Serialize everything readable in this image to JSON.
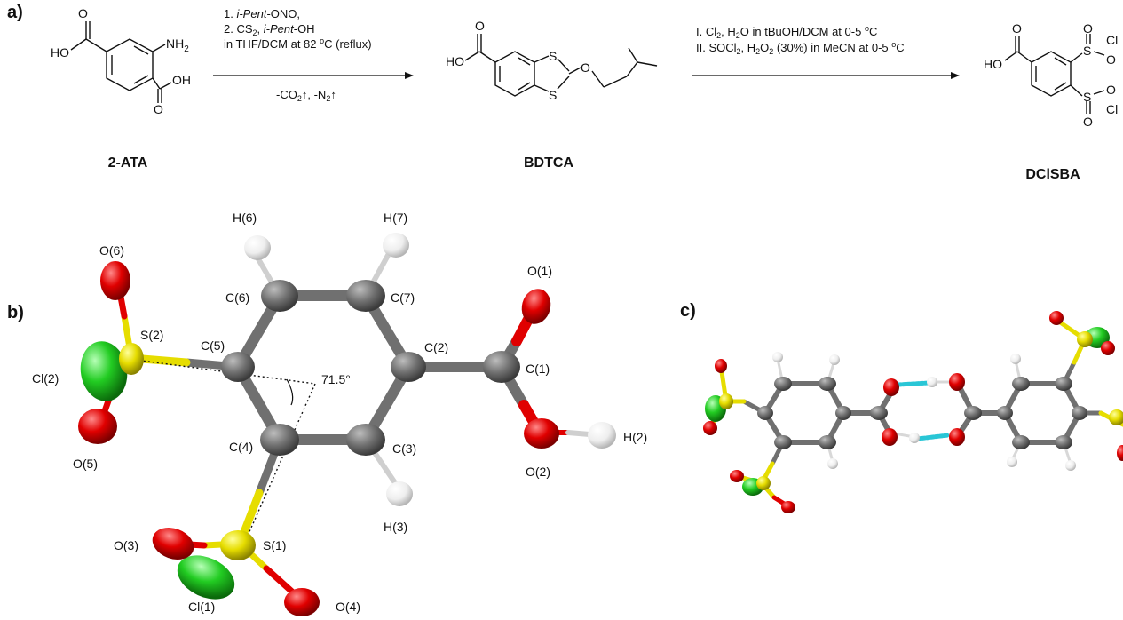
{
  "panels": {
    "a": "a)",
    "b": "b)",
    "c": "c)"
  },
  "scheme": {
    "step1": {
      "line1_num": "1. ",
      "line1_italic": "i-Pent",
      "line1_rest": "-ONO,",
      "line2_pre": "2. CS",
      "line2_sub": "2",
      "line2_mid": ", ",
      "line2_italic": "i-Pent",
      "line2_rest": "-OH",
      "line3_pre": "in THF/DCM at 82 ",
      "line3_sup": "o",
      "line3_rest": "C (reflux)",
      "byproducts_pre": "-CO",
      "byproducts_sub1": "2",
      "byproducts_mid": "↑, -N",
      "byproducts_sub2": "2",
      "byproducts_post": "↑"
    },
    "step2": {
      "line1_pre": "I.  Cl",
      "line1_sub": "2",
      "line1_mid": ", H",
      "line1_sub2": "2",
      "line1_rest": "O in tBuOH/DCM at 0-5 ",
      "line1_sup": "o",
      "line1_end": "C",
      "line2_pre": "II. SOCl",
      "line2_sub": "2",
      "line2_mid": ", H",
      "line2_sub2": "2",
      "line2_mid2": "O",
      "line2_sub3": "2",
      "line2_rest": " (30%) in MeCN at 0-5 ",
      "line2_sup": "o",
      "line2_end": "C"
    },
    "compounds": {
      "c1": "2-ATA",
      "c2": "BDTCA",
      "c3": "DClSBA"
    },
    "structure_atoms": {
      "ho": "HO",
      "o": "O",
      "oh": "OH",
      "nh": "NH",
      "nh_sub": "2",
      "s": "S",
      "cl": "Cl"
    }
  },
  "crystal_labels": {
    "H6": "H(6)",
    "H7": "H(7)",
    "O6": "O(6)",
    "O1": "O(1)",
    "C6": "C(6)",
    "C7": "C(7)",
    "S2": "S(2)",
    "C5": "C(5)",
    "C2": "C(2)",
    "C1": "C(1)",
    "Cl2": "Cl(2)",
    "angle": "71.5°",
    "O5": "O(5)",
    "C4": "C(4)",
    "C3": "C(3)",
    "H2": "H(2)",
    "O2": "O(2)",
    "H3": "H(3)",
    "O3": "O(3)",
    "S1": "S(1)",
    "Cl1": "Cl(1)",
    "O4": "O(4)"
  },
  "colors": {
    "carbon": "#6e6e6e",
    "oxygen": "#e00000",
    "sulfur": "#e8e000",
    "chlorine": "#22cc22",
    "hydrogen": "#f2f2f2",
    "hbond": "#29c6d6"
  }
}
